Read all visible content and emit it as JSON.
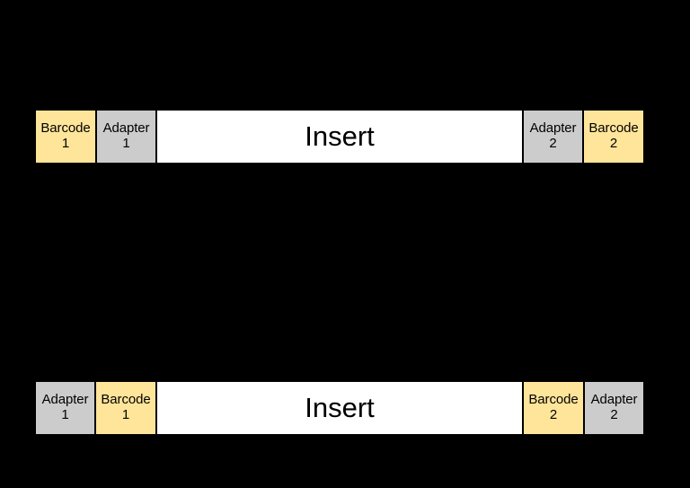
{
  "background_color": "#000000",
  "colors": {
    "barcode_fill": "#ffe599",
    "adapter_fill": "#cccccc",
    "insert_fill": "#ffffff",
    "border": "#000000",
    "text": "#000000"
  },
  "diagram": {
    "rows": [
      {
        "id": "construct-top",
        "segments": [
          {
            "type": "barcode",
            "label": "Barcode\n1"
          },
          {
            "type": "adapter",
            "label": "Adapter\n1"
          },
          {
            "type": "insert",
            "label": "Insert"
          },
          {
            "type": "adapter",
            "label": "Adapter\n2"
          },
          {
            "type": "barcode",
            "label": "Barcode\n2"
          }
        ]
      },
      {
        "id": "construct-bottom",
        "segments": [
          {
            "type": "adapter",
            "label": "Adapter\n1"
          },
          {
            "type": "barcode",
            "label": "Barcode\n1"
          },
          {
            "type": "insert",
            "label": "Insert"
          },
          {
            "type": "barcode",
            "label": "Barcode\n2"
          },
          {
            "type": "adapter",
            "label": "Adapter\n2"
          }
        ]
      }
    ]
  }
}
